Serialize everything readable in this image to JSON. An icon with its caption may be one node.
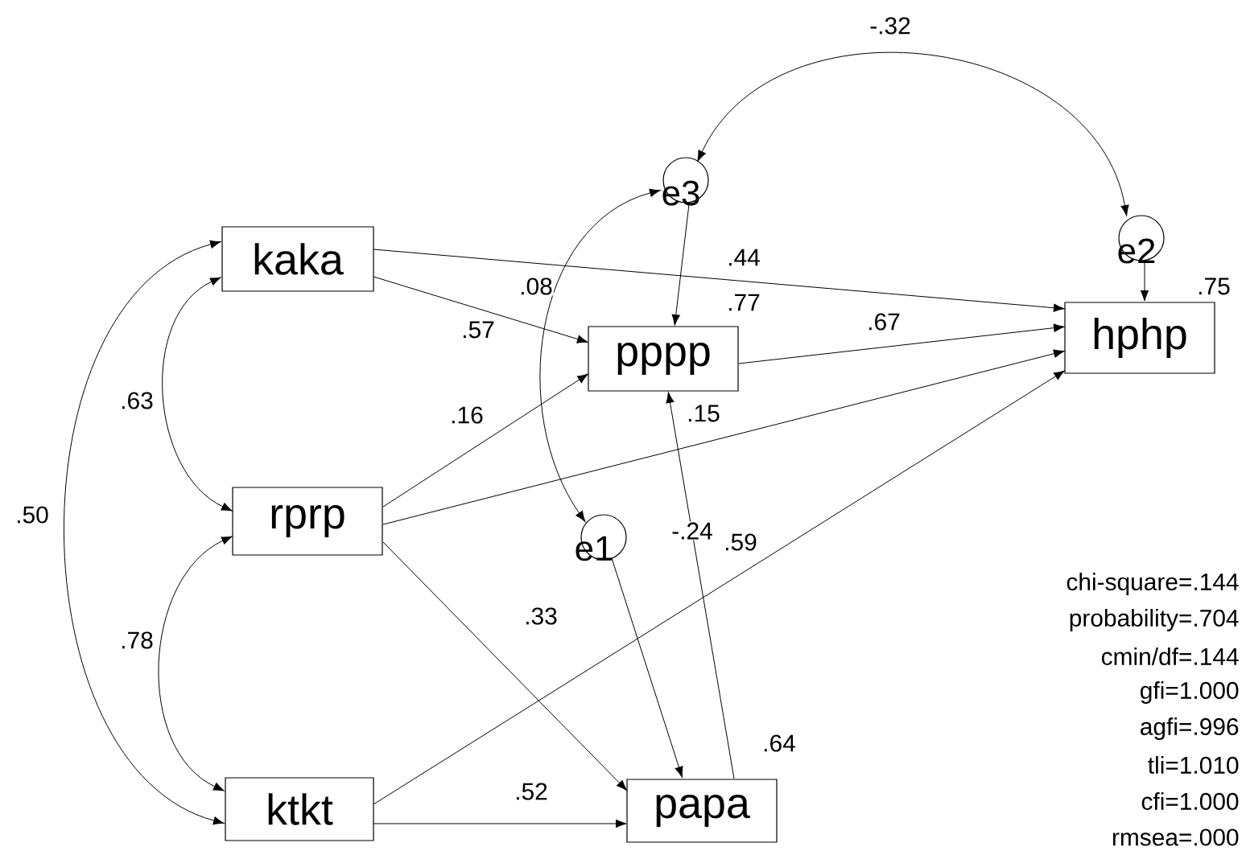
{
  "diagram": {
    "nodes": [
      {
        "text": [
          "kaka"
        ]
      },
      {
        "text": [
          "rprp"
        ]
      },
      {
        "text": [
          "ktkt"
        ]
      },
      {
        "text": [
          "pppp"
        ],
        "beside": [
          ".77"
        ]
      },
      {
        "text": [
          "papa"
        ],
        "beside": [
          ".64"
        ]
      },
      {
        "text": [
          "hphp"
        ],
        "beside": [
          ".75"
        ]
      },
      {
        "text": [
          "e3"
        ]
      },
      {
        "text": [
          "e2"
        ]
      },
      {
        "text": [
          "e1"
        ]
      }
    ],
    "edges": [
      {
        "from": 0,
        "to": 5,
        "arrow": "to",
        "label": ".44"
      },
      {
        "from": 0,
        "to": 3,
        "arrow": "to",
        "label": ".57"
      },
      {
        "from": 3,
        "to": 5,
        "arrow": "to",
        "label": ".67"
      },
      {
        "from": 1,
        "to": 3,
        "arrow": "to",
        "label": ".16"
      },
      {
        "from": 1,
        "to": 5,
        "arrow": "to",
        "label": ".15"
      },
      {
        "from": 1,
        "to": 4,
        "arrow": "to",
        "label": ".33"
      },
      {
        "from": 2,
        "to": 4,
        "arrow": "to",
        "label": ".52"
      },
      {
        "from": 2,
        "to": 5,
        "arrow": "to",
        "label": ".59"
      },
      {
        "from": 4,
        "to": 3,
        "arrow": "to",
        "label": "-.24"
      },
      {
        "from": 6,
        "to": 3,
        "arrow": "to"
      },
      {
        "from": 7,
        "to": 5,
        "arrow": "to"
      },
      {
        "from": 8,
        "to": 4,
        "arrow": "to"
      },
      {
        "from": 6,
        "to": 7,
        "arrow": "both",
        "label": "-.32"
      },
      {
        "from": 6,
        "to": 8,
        "arrow": "both",
        "label": ".08"
      },
      {
        "from": 0,
        "to": 1,
        "arrow": "both",
        "label": ".63"
      },
      {
        "from": 1,
        "to": 2,
        "arrow": "both",
        "label": ".78"
      },
      {
        "from": 0,
        "to": 2,
        "arrow": "both",
        "label": ".50"
      }
    ],
    "labels": [
      "chi-square=.144",
      "probability=.704",
      "cmin/df=.144",
      "gfi=1.000",
      "agfi=.996",
      "tli=1.010",
      "cfi=1.000",
      "rmsea=.000"
    ]
  }
}
